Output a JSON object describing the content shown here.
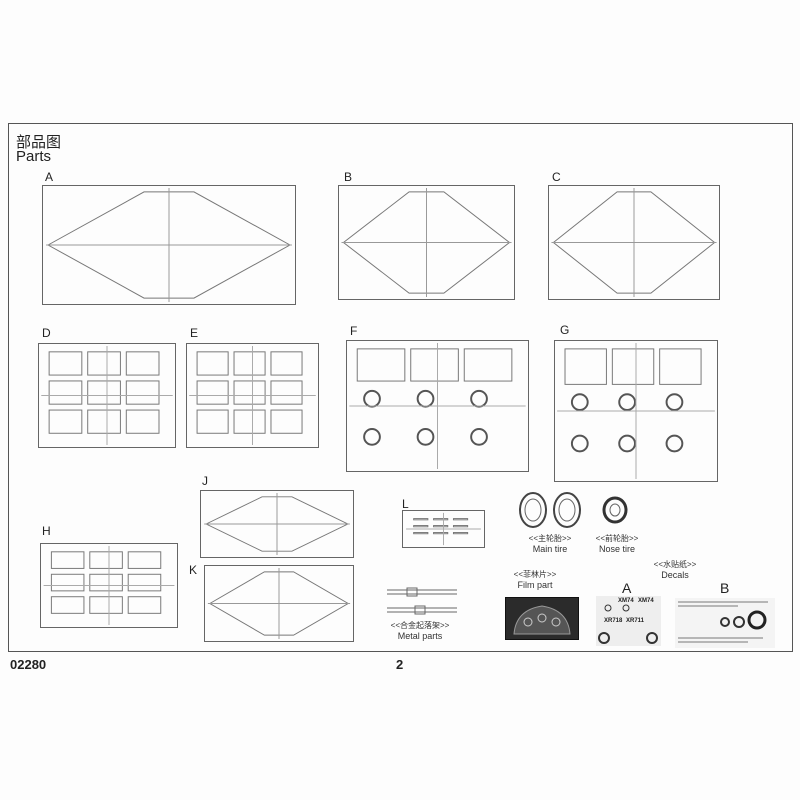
{
  "header": {
    "title_cn": "部品图",
    "title_en": "Parts"
  },
  "sprues": [
    "A",
    "B",
    "C",
    "D",
    "E",
    "F",
    "G",
    "H",
    "J",
    "K",
    "L"
  ],
  "extras": {
    "main_tire": {
      "cn": "<<主轮胎>>",
      "en": "Main tire"
    },
    "nose_tire": {
      "cn": "<<前轮胎>>",
      "en": "Nose tire"
    },
    "decals": {
      "cn": "<<水贴纸>>",
      "en": "Decals",
      "sheets": [
        "A",
        "B"
      ]
    },
    "film_part": {
      "cn": "<<菲林片>>",
      "en": "Film part"
    },
    "metal_parts": {
      "cn": "<<合金起落架>>",
      "en": "Metal parts"
    },
    "decal_serials": [
      "XM74",
      "XM74",
      "XR718",
      "XR711"
    ]
  },
  "footer": {
    "code": "02280",
    "page": "2"
  }
}
